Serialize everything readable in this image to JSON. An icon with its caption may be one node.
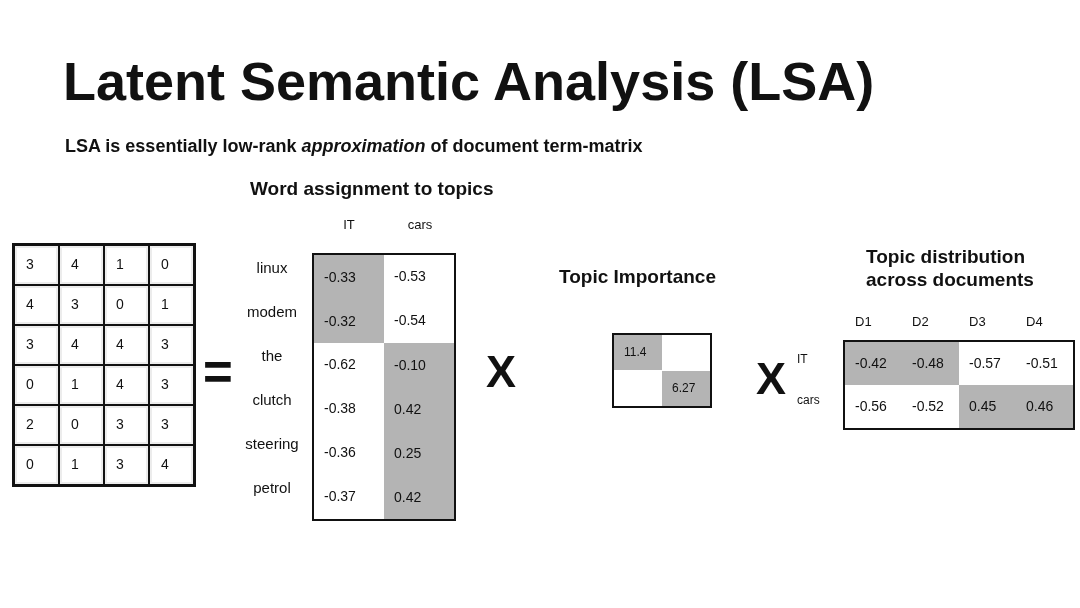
{
  "diagram": {
    "title": "Latent Semantic Analysis (LSA)",
    "labels": [
      "LSA is essentially low-rank *approximation* of document term-matrix",
      "3",
      "4",
      "1",
      "0",
      "4",
      "3",
      "0",
      "1",
      "3",
      "4",
      "4",
      "3",
      "0",
      "1",
      "4",
      "3",
      "2",
      "0",
      "3",
      "3",
      "0",
      "1",
      "3",
      "4",
      "=",
      "Word assignment to topics",
      "IT",
      "cars",
      "linux",
      "-0.33",
      "-0.53",
      "modem",
      "-0.32",
      "-0.54",
      "the",
      "-0.62",
      "-0.10",
      "clutch",
      "-0.38",
      "0.42",
      "steering",
      "-0.36",
      "0.25",
      "petrol",
      "-0.37",
      "0.42",
      "X",
      "Topic Importance",
      "11.4",
      "6.27",
      "X",
      "Topic distribution across documents",
      "D1",
      "D2",
      "D3",
      "D4",
      "IT",
      "-0.42",
      "-0.48",
      "-0.57",
      "-0.51",
      "cars",
      "-0.56",
      "-0.52",
      "0.45",
      "0.46"
    ]
  }
}
